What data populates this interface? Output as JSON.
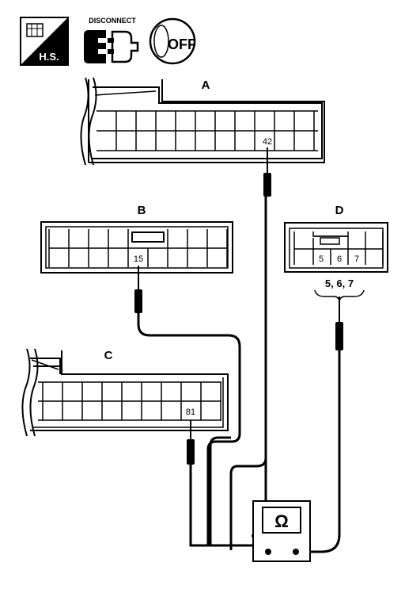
{
  "header": {
    "hs_label": "H.S.",
    "disconnect_label": "DISCONNECT",
    "off_label": "OFF"
  },
  "connectors": {
    "a": {
      "label": "A",
      "pin": "42"
    },
    "b": {
      "label": "B",
      "pin": "15"
    },
    "c": {
      "label": "C",
      "pin": "81"
    },
    "d": {
      "label": "D",
      "pins": [
        "5",
        "6",
        "7"
      ],
      "caption": "5, 6, 7"
    }
  },
  "meter": {
    "symbol": "Ω"
  }
}
